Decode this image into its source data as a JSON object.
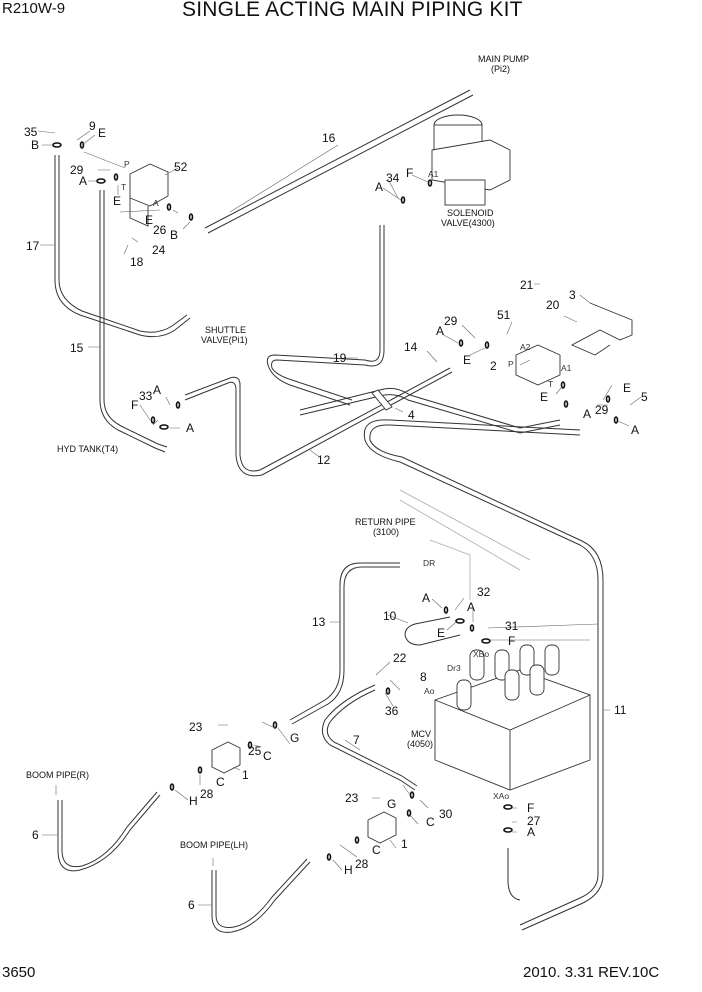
{
  "header": {
    "model": "R210W-9",
    "title": "SINGLE ACTING MAIN PIPING KIT"
  },
  "footer": {
    "page_number": "3650",
    "revision": "2010. 3.31  REV.10C"
  },
  "components": {
    "main_pump": [
      "MAIN PUMP",
      "(Pi2)"
    ],
    "solenoid_valve": [
      "SOLENOID",
      "VALVE(4300)"
    ],
    "shuttle_valve": [
      "SHUTTLE",
      "VALVE(Pi1)"
    ],
    "hyd_tank": "HYD TANK(T4)",
    "return_pipe": [
      "RETURN PIPE",
      "(3100)"
    ],
    "mcv": [
      "MCV",
      "(4050)"
    ],
    "boom_pipe_r": "BOOM PIPE(R)",
    "boom_pipe_lh": "BOOM PIPE(LH)"
  },
  "port_labels": {
    "p1": "P",
    "t1": "T",
    "a1": "A",
    "a1_sol": "A1",
    "a2": "A2",
    "p2": "P",
    "t2": "T",
    "a1b": "A1",
    "dr": "DR",
    "dr3": "Dr3",
    "xbo": "XBo",
    "ao": "Ao",
    "xao": "XAo"
  },
  "callouts": {
    "c35": "35",
    "cB1": "B",
    "c9": "9",
    "cE1": "E",
    "c52": "52",
    "c29a": "29",
    "cA1": "A",
    "cE2": "E",
    "cE3": "E",
    "c26": "26",
    "cB2": "B",
    "c24": "24",
    "c18": "18",
    "c17": "17",
    "c15": "15",
    "c16": "16",
    "c34": "34",
    "cF1": "F",
    "cA2": "A",
    "c21": "21",
    "c3": "3",
    "c20": "20",
    "c51": "51",
    "c29b": "29",
    "cA3": "A",
    "cE4": "E",
    "c2": "2",
    "cE5": "E",
    "c29c": "29",
    "cA4": "A",
    "cE6": "E",
    "c5": "5",
    "cA5": "A",
    "c19": "19",
    "c14": "14",
    "c4": "4",
    "c12": "12",
    "c33": "33",
    "cA6": "A",
    "cF2": "F",
    "cA7": "A",
    "c13": "13",
    "c10": "10",
    "cA8": "A",
    "c32": "32",
    "cE7": "E",
    "cA9": "A",
    "c31": "31",
    "cF3": "F",
    "c22": "22",
    "c8": "8",
    "c36": "36",
    "c11": "11",
    "c23a": "23",
    "c25": "25",
    "cC1": "C",
    "cG1": "G",
    "cC2": "C",
    "c1a": "1",
    "c28a": "28",
    "cH1": "H",
    "c6a": "6",
    "c7": "7",
    "c23b": "23",
    "cG2": "G",
    "c30": "30",
    "cC3": "C",
    "cC4": "C",
    "c1b": "1",
    "c28b": "28",
    "cH2": "H",
    "c6b": "6",
    "cF4": "F",
    "c27": "27",
    "cA10": "A"
  }
}
